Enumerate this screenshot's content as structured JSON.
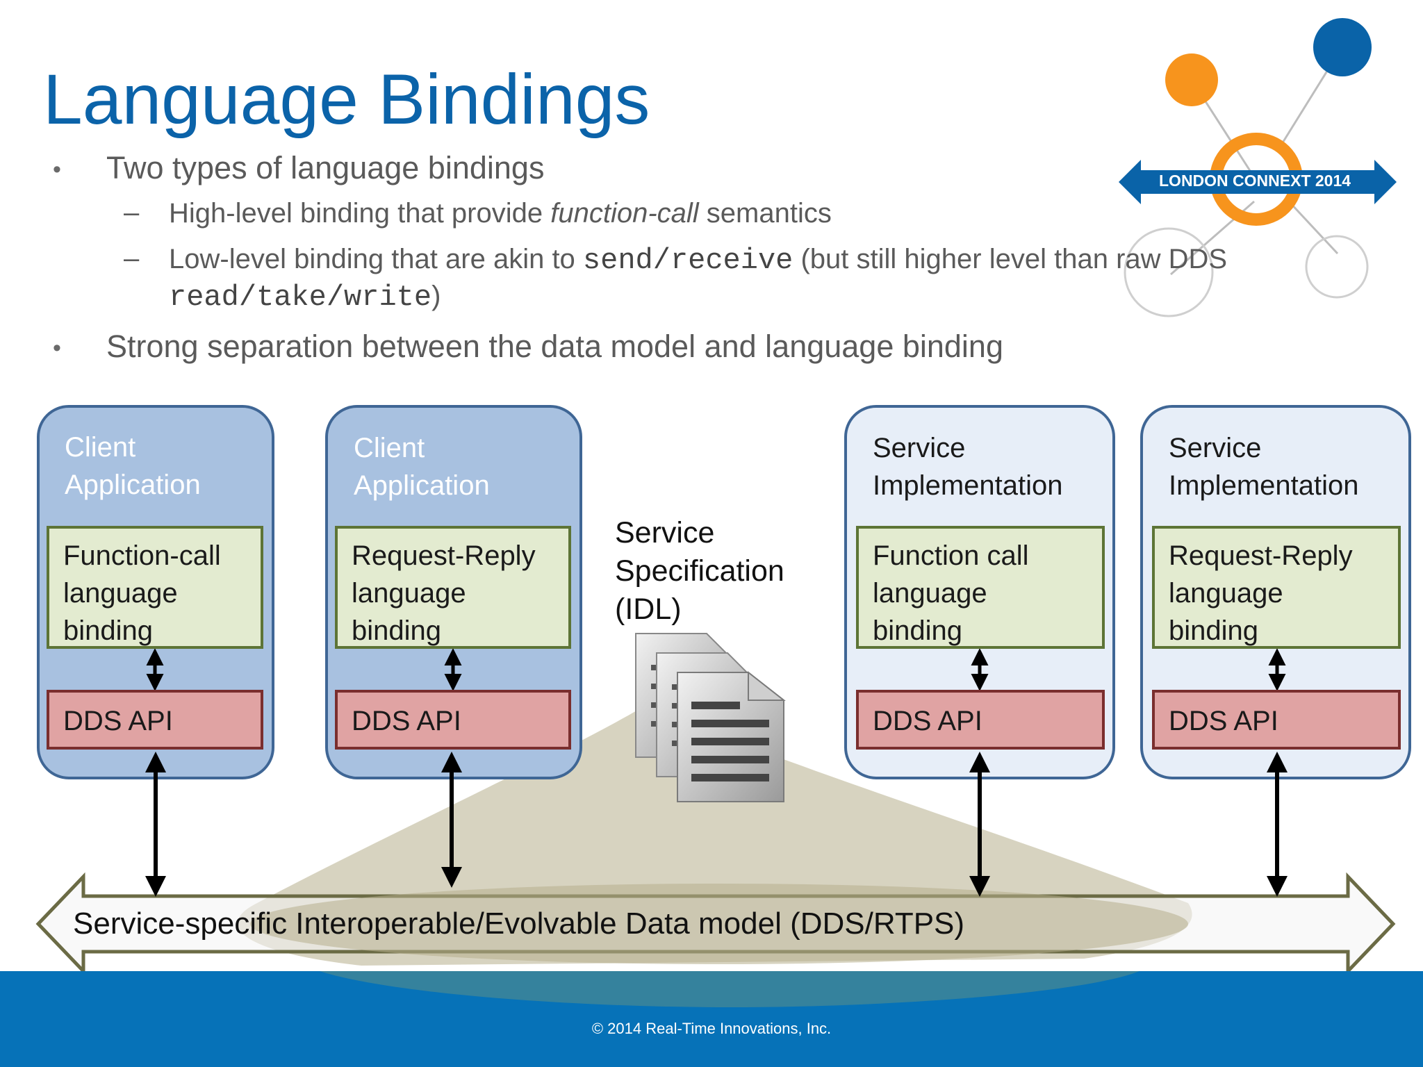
{
  "slide": {
    "title": "Language Bindings",
    "logo_text": "LONDON CONNEXT 2014",
    "bullets": {
      "b1": "Two types of language bindings",
      "b1_sub1_pre": "High-level binding that provide ",
      "b1_sub1_em": "function-call",
      "b1_sub1_post": " semantics",
      "b1_sub2_pre": "Low-level binding that are akin to ",
      "b1_sub2_code": "send/receive",
      "b1_sub2_post": " (but still higher level than raw DDS",
      "b1_sub2_code2": "read/take/write",
      "b1_sub2_close": ")",
      "b2": "Strong separation between the data model and language binding"
    },
    "boxes": [
      {
        "title": "Client\nApplication",
        "binding": "Function-call\nlanguage\nbinding",
        "api": "DDS API"
      },
      {
        "title": "Client\nApplication",
        "binding": "Request-Reply\nlanguage\nbinding",
        "api": "DDS API"
      },
      {
        "title": "Service\nImplementation",
        "binding": "Function call\nlanguage\nbinding",
        "api": "DDS API"
      },
      {
        "title": "Service\nImplementation",
        "binding": "Request-Reply\nlanguage\nbinding",
        "api": "DDS API"
      }
    ],
    "spec_label": "Service\nSpecification\n(IDL)",
    "data_model_label": "Service-specific Interoperable/Evolvable Data model (DDS/RTPS)",
    "footer": "© 2014 Real-Time Innovations, Inc.",
    "colors": {
      "title_blue": "#0b63a9",
      "footer_blue": "#0672b8",
      "client_box": "#a8c1e0",
      "service_box": "#e7eef8",
      "binding_green": "#e3ebd0",
      "api_red": "#e0a3a3",
      "orange": "#f7941d",
      "cone": "#b7ae8c"
    }
  }
}
